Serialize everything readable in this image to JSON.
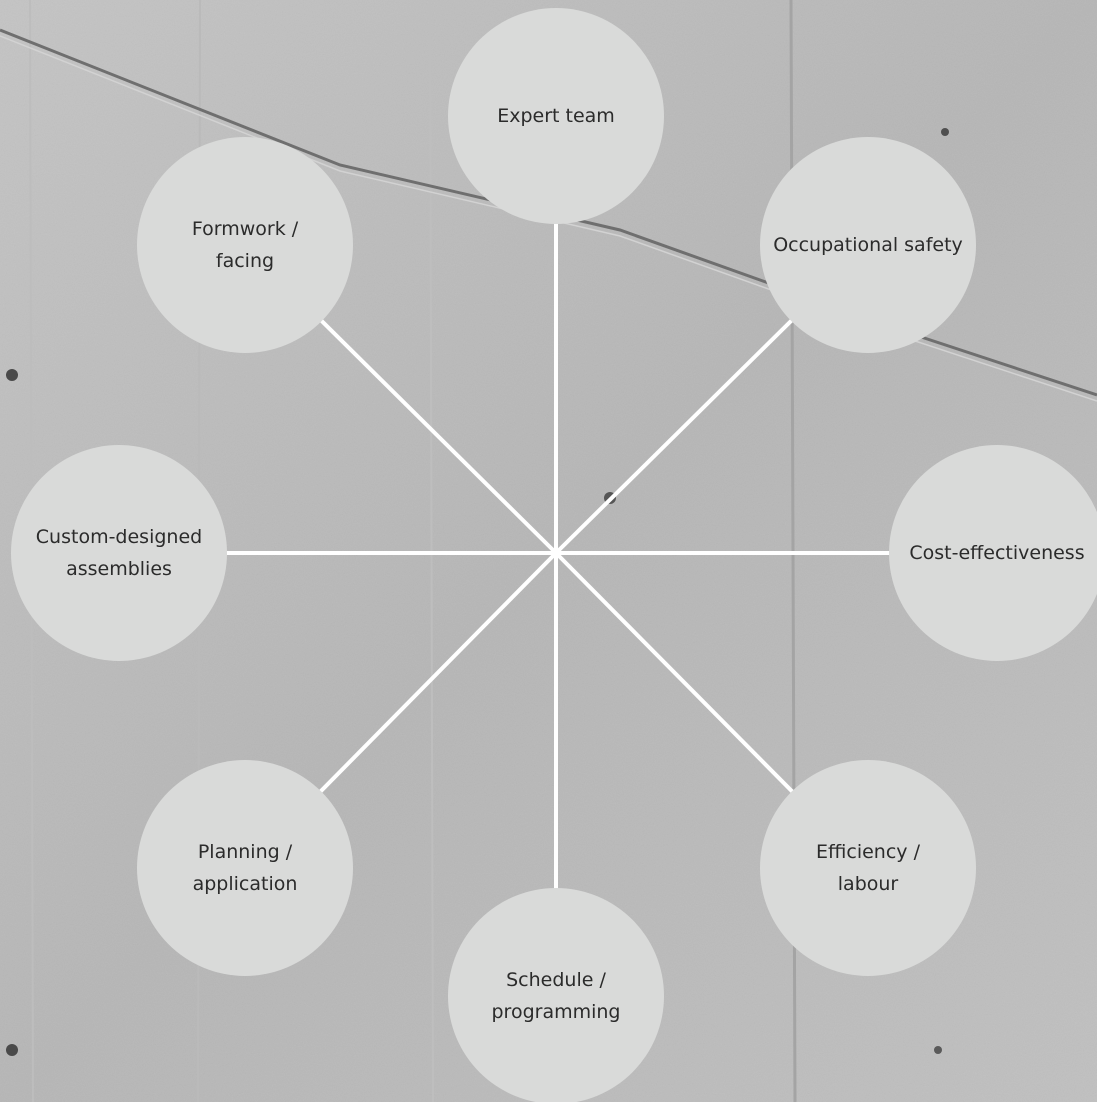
{
  "background": {
    "description_color": "#b9b9b9"
  },
  "diagram": {
    "spoke_color": "#ffffff",
    "node_color": "#d9dad9",
    "text_color": "#2b2b2b",
    "nodes": [
      {
        "label": "Expert team"
      },
      {
        "label": "Occupational safety"
      },
      {
        "label": "Cost-effectiveness"
      },
      {
        "label": "Efficiency /\nlabour"
      },
      {
        "label": "Schedule /\nprogramming"
      },
      {
        "label": "Planning /\napplication"
      },
      {
        "label": "Custom-designed\nassemblies"
      },
      {
        "label": "Formwork /\nfacing"
      }
    ]
  }
}
